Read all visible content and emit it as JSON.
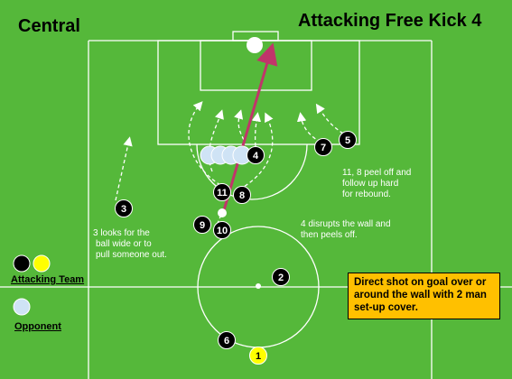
{
  "titles": {
    "left": "Central",
    "right": "Attacking Free Kick 4"
  },
  "notes": {
    "player3": [
      "3 looks for the",
      "ball wide or to",
      "pull someone out."
    ],
    "player4": [
      "4 disrupts the wall and",
      "then peels off."
    ],
    "players11_8": [
      "11, 8 peel off and",
      "follow up hard",
      "for rebound."
    ]
  },
  "legend": {
    "attacking": "Attacking Team",
    "opponent": "Opponent"
  },
  "callout": "Direct shot on goal over or around the wall with 2 man set-up cover.",
  "players": {
    "p1": "1",
    "p2": "2",
    "p3": "3",
    "p4": "4",
    "p5": "5",
    "p6": "6",
    "p7": "7",
    "p8": "8",
    "p9": "9",
    "p10": "10",
    "p11": "11"
  },
  "colors": {
    "pitch": "#55b83a",
    "attacker": "#000000",
    "attacker_alt": "#ffff00",
    "opponent": "#cfe3f5",
    "shot": "#c0356a",
    "callout": "#ffc000"
  }
}
